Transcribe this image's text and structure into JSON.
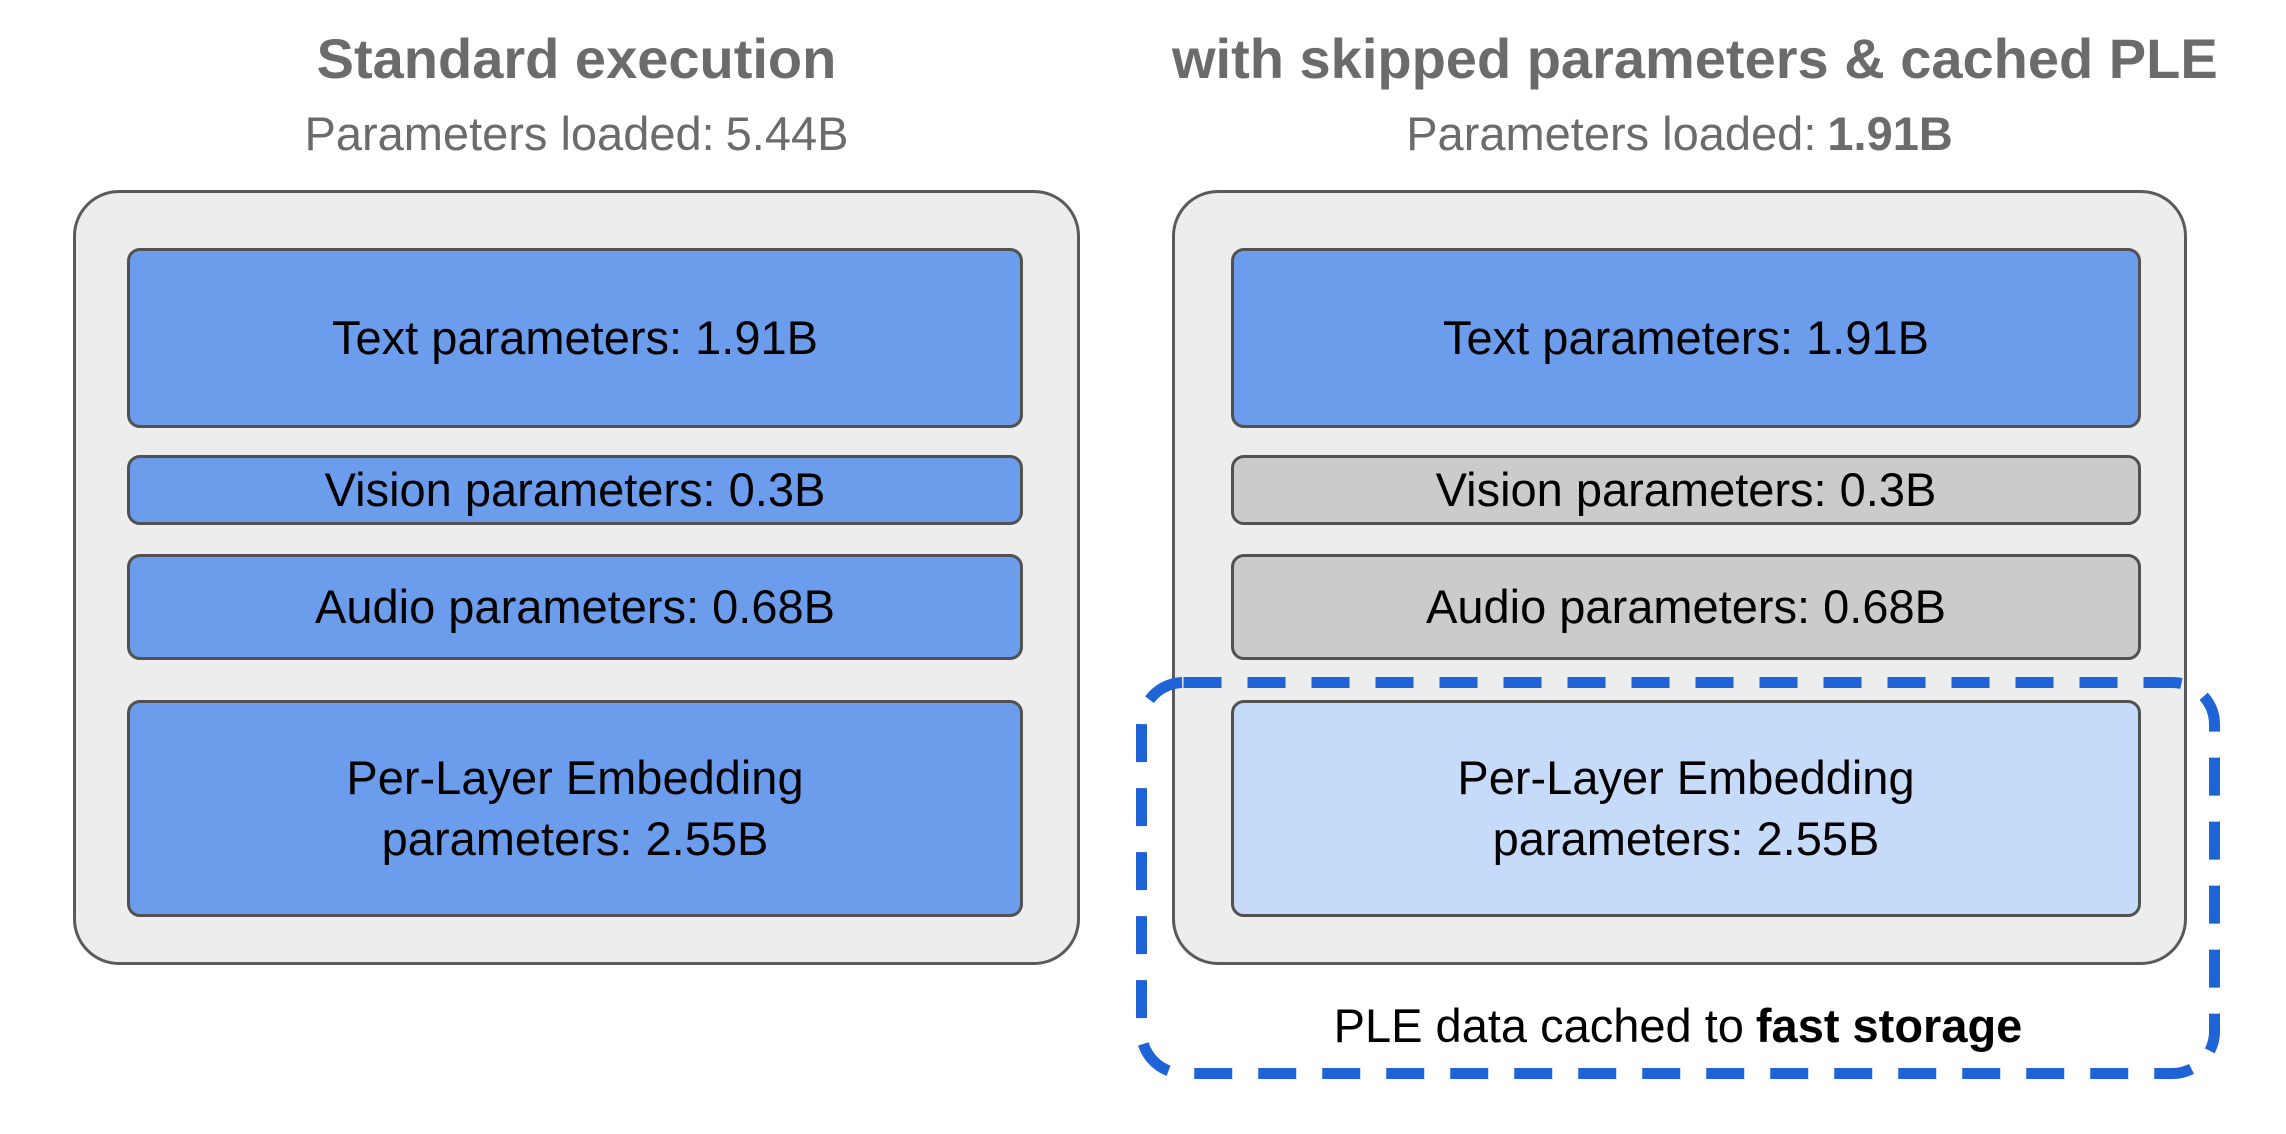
{
  "colors": {
    "box_blue": "#6c9cec",
    "box_gray": "#cbcbcb",
    "box_light_blue": "#c6dafa",
    "container_fill": "#ededed",
    "container_border": "#5a5a5a",
    "dashed_callout_blue": "#1e64d6",
    "heading_gray": "#6b6b6b",
    "box_text_black": "#000000"
  },
  "left_panel": {
    "title": "Standard execution",
    "subtitle_label": "Parameters loaded:",
    "subtitle_value": "5.44B",
    "boxes": {
      "text": {
        "label": "Text parameters: 1.91B"
      },
      "vision": {
        "label": "Vision parameters: 0.3B"
      },
      "audio": {
        "label": "Audio parameters: 0.68B"
      },
      "ple": {
        "label": "Per-Layer Embedding parameters: 2.55B"
      }
    }
  },
  "right_panel": {
    "title": "with skipped parameters & cached PLE",
    "subtitle_label": "Parameters loaded:",
    "subtitle_value": "1.91B",
    "boxes": {
      "text": {
        "label": "Text parameters: 1.91B"
      },
      "vision": {
        "label": "Vision parameters: 0.3B"
      },
      "audio": {
        "label": "Audio parameters: 0.68B"
      },
      "ple": {
        "label": "Per-Layer Embedding parameters: 2.55B"
      }
    },
    "callout": {
      "caption_regular": "PLE data cached to",
      "caption_bold": "fast storage"
    }
  }
}
